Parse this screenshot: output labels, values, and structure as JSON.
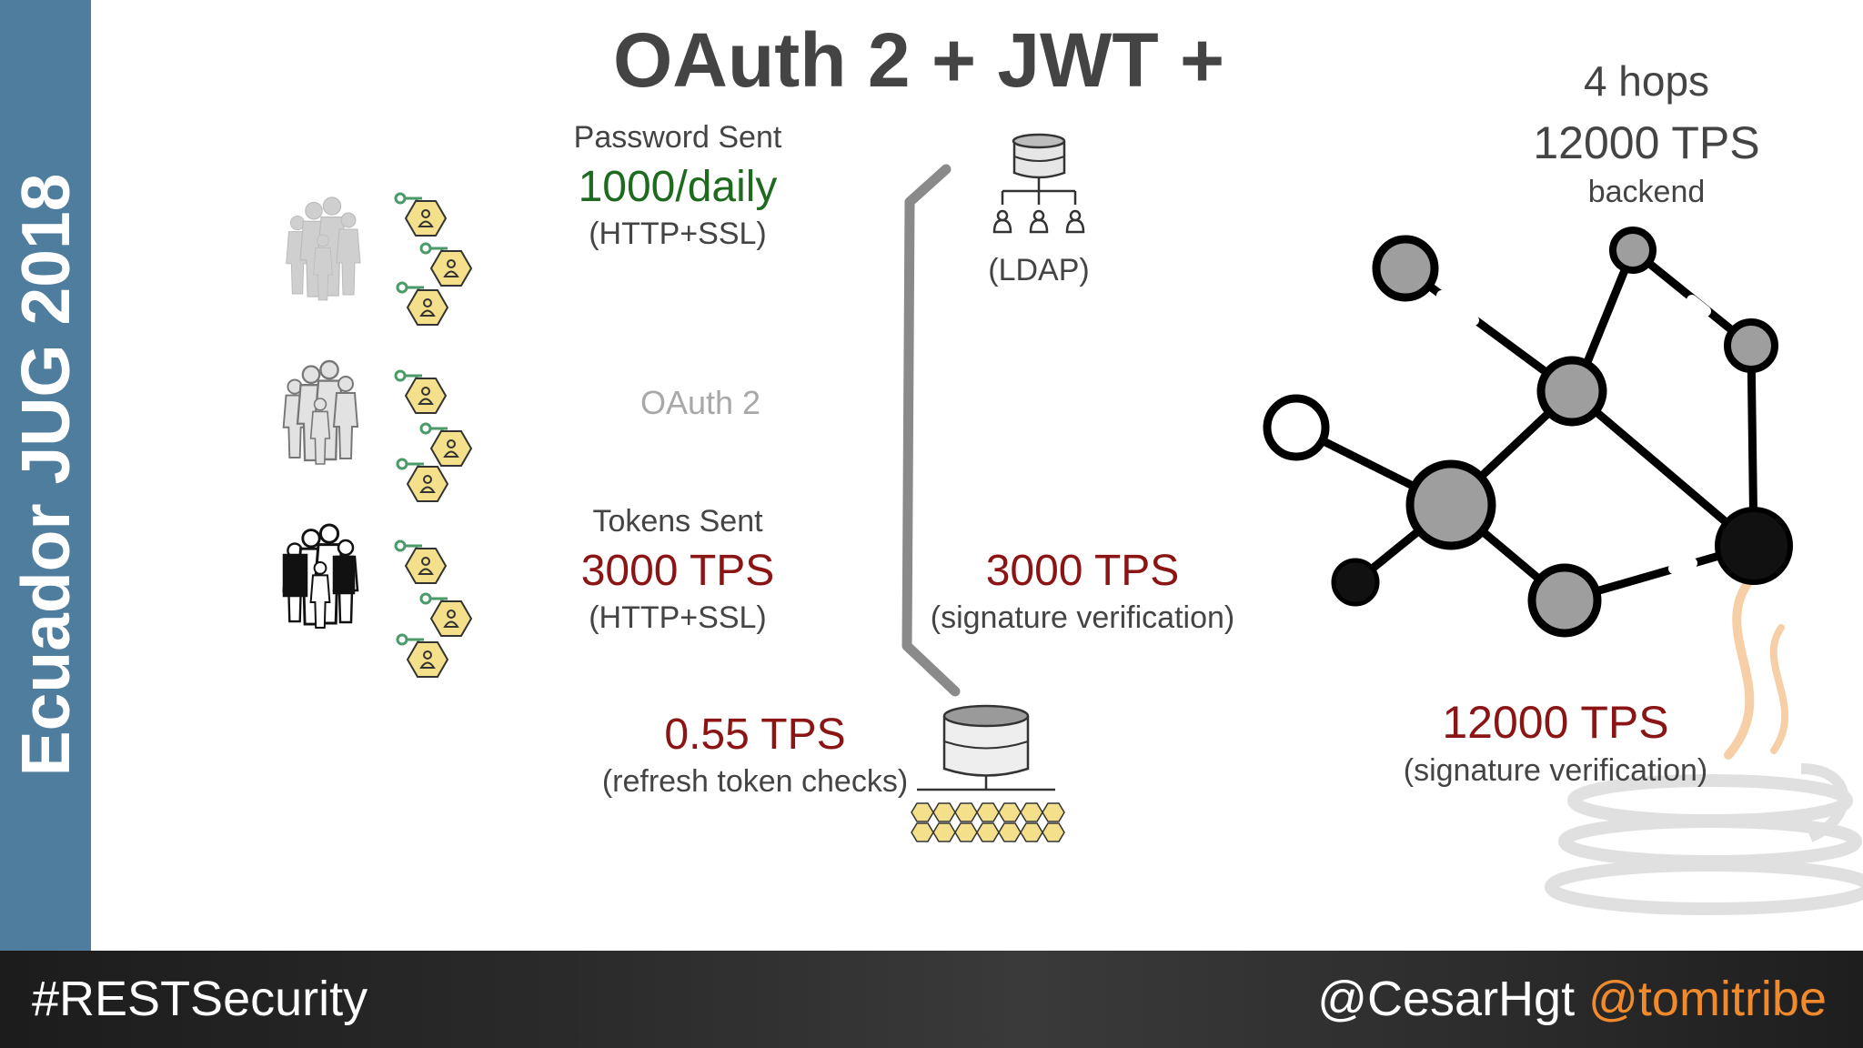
{
  "sidebar": {
    "text": "Ecuador JUG 2018"
  },
  "title": "OAuth 2 + JWT +",
  "password": {
    "label": "Password Sent",
    "value": "1000/daily",
    "proto": "(HTTP+SSL)"
  },
  "ldap": {
    "label": "(LDAP)"
  },
  "oauth": {
    "label": "OAuth 2"
  },
  "tokens": {
    "label": "Tokens Sent",
    "value": "3000 TPS",
    "proto": "(HTTP+SSL)"
  },
  "gateway": {
    "value": "3000 TPS",
    "desc": "(signature verification)"
  },
  "refresh": {
    "value": "0.55 TPS",
    "desc": "(refresh token checks)"
  },
  "hops": {
    "hops": "4 hops",
    "tps": "12000 TPS",
    "label": "backend"
  },
  "backend": {
    "value": "12000 TPS",
    "desc": "(signature verification)"
  },
  "footer": {
    "hashtag": "#RESTSecurity",
    "handle1": "@CesarHgt",
    "handle2": "@tomitribe"
  },
  "colors": {
    "sidebar": "#4f7d9d",
    "title": "#444444",
    "green": "#1e6a1e",
    "red": "#8b1414",
    "orange": "#f08a2c",
    "token_fill": "#f4e08a"
  }
}
